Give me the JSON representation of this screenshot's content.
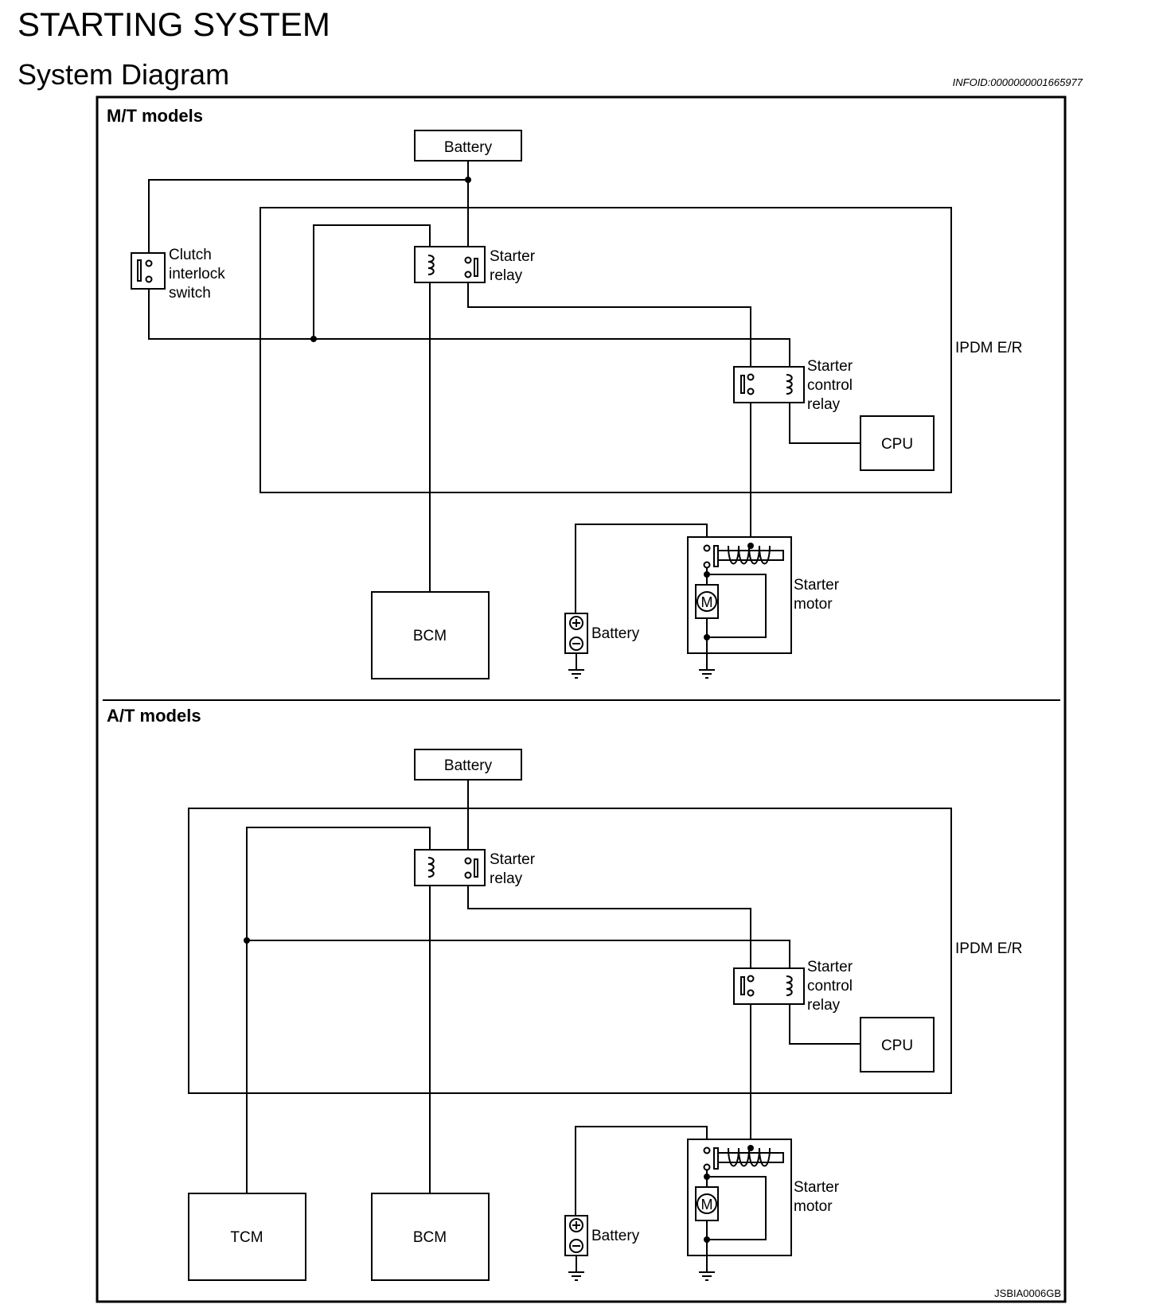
{
  "page": {
    "title": "STARTING SYSTEM",
    "section": "System Diagram",
    "info_id": "INFOID:0000000001665977",
    "figure_code": "JSBIA0006GB"
  },
  "mt": {
    "header": "M/T models",
    "battery": "Battery",
    "clutch": [
      "Clutch",
      "interlock",
      "switch"
    ],
    "starter_relay": [
      "Starter",
      "relay"
    ],
    "ipdm": "IPDM E/R",
    "control_relay": [
      "Starter",
      "control",
      "relay"
    ],
    "cpu": "CPU",
    "bcm": "BCM",
    "battery2": "Battery",
    "starter_motor": [
      "Starter",
      "motor"
    ],
    "motor_symbol": "M"
  },
  "at": {
    "header": "A/T models",
    "battery": "Battery",
    "starter_relay": [
      "Starter",
      "relay"
    ],
    "ipdm": "IPDM E/R",
    "control_relay": [
      "Starter",
      "control",
      "relay"
    ],
    "cpu": "CPU",
    "tcm": "TCM",
    "bcm": "BCM",
    "battery2": "Battery",
    "starter_motor": [
      "Starter",
      "motor"
    ],
    "motor_symbol": "M"
  }
}
